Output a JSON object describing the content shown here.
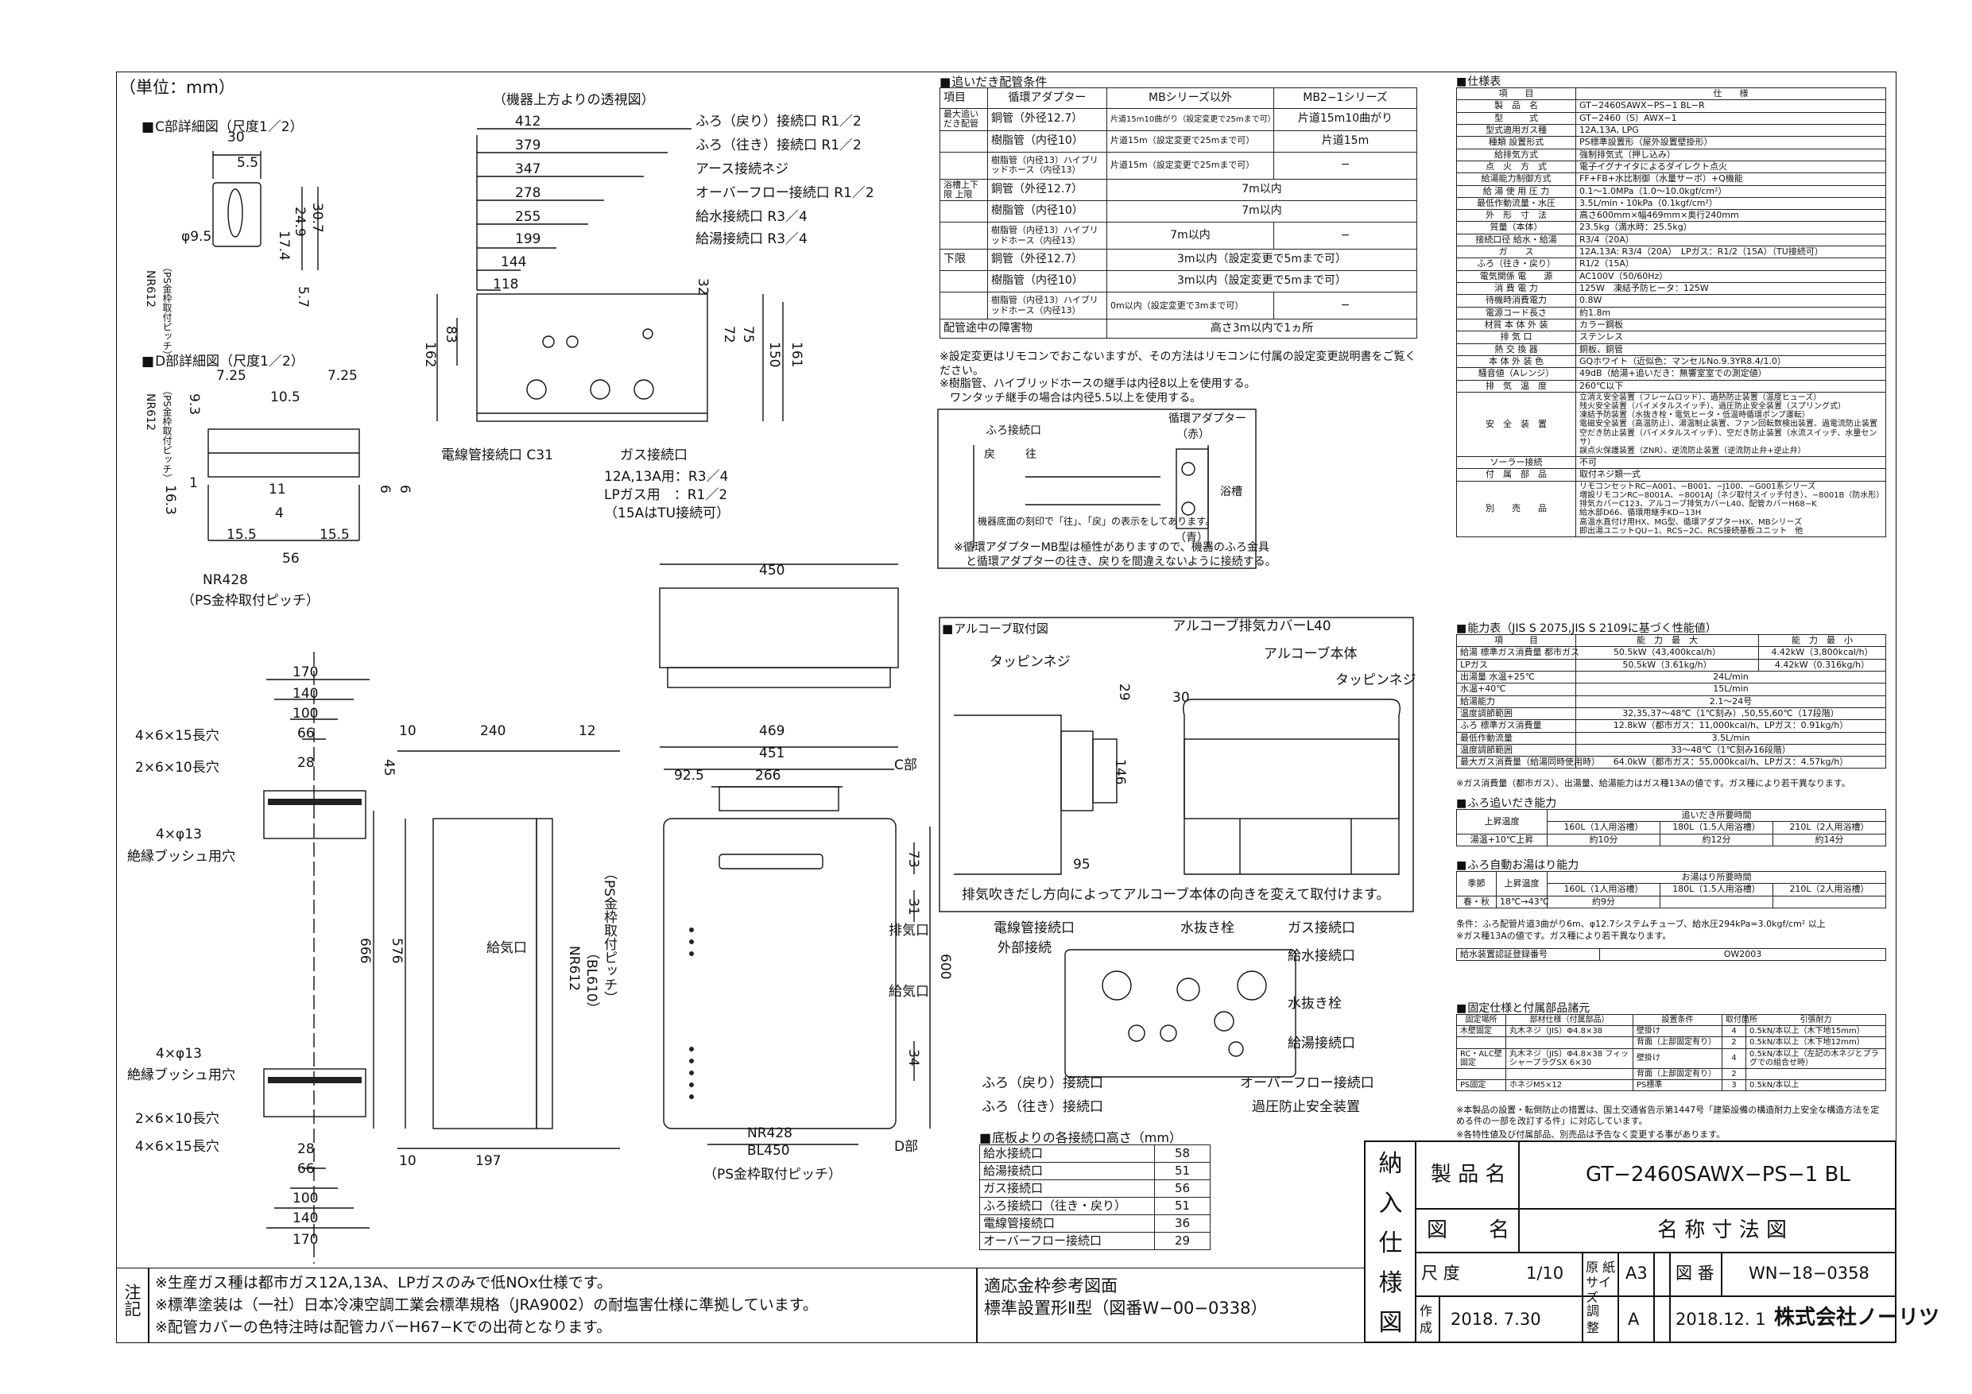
{
  "unit_label": "（単位：mm）",
  "views": {
    "c_detail_title": "C部詳細図（尺度1／2）",
    "d_detail_title": "D部詳細図（尺度1／2）",
    "top_view_title": "（機器上方よりの透視図）",
    "c_dims": [
      "30",
      "5.5",
      "φ9.5",
      "17.4",
      "24.9",
      "30.7",
      "5.7",
      "NR612",
      "（PS金枠取付ピッチ）"
    ],
    "d_dims": [
      "7.25",
      "7.25",
      "10.5",
      "9.3",
      "1",
      "11",
      "4",
      "16.3",
      "15.5",
      "15.5",
      "56",
      "6",
      "6",
      "NR612",
      "（PS金枠取付ピッチ）",
      "NR428",
      "（PS金枠取付ピッチ）"
    ],
    "top_dims": [
      "412",
      "379",
      "347",
      "278",
      "255",
      "199",
      "144",
      "118",
      "162",
      "83",
      "32",
      "72",
      "75",
      "150",
      "161"
    ],
    "top_callouts": [
      "ふろ（戻り）接続口 R1／2",
      "ふろ（往き）接続口 R1／2",
      "アース接続ネジ",
      "オーバーフロー接続口 R1／2",
      "給水接続口 R3／4",
      "給湯接続口 R3／4",
      "電線管接続口 C31",
      "ガス接続口",
      "12A,13A用：R3／4",
      "LPガス用　：R1／2",
      "（15AはTU接続可）"
    ],
    "front_dims": [
      "450",
      "469",
      "451",
      "92.5",
      "266",
      "C部",
      "D部",
      "73",
      "31",
      "600",
      "34",
      "NR428",
      "BL450",
      "（PS金枠取付ピッチ）",
      "NR612",
      "（BL610）",
      "（PS金枠取付ピッチ）",
      "排気口",
      "給気口"
    ],
    "side_dims": [
      "10",
      "240",
      "12",
      "45",
      "666",
      "576",
      "10",
      "197",
      "給気口"
    ],
    "bracket_dims": [
      "170",
      "140",
      "100",
      "66",
      "28",
      "28",
      "66",
      "100",
      "140",
      "170",
      "4×6×15長穴",
      "2×6×10長穴",
      "4×φ13",
      "絶縁ブッシュ用穴",
      "4×φ13",
      "絶縁ブッシュ用穴",
      "2×6×10長穴",
      "4×6×15長穴"
    ]
  },
  "reheat_section": {
    "title": "追いだき配管条件",
    "header": [
      "循環アダプター",
      "MBシリーズ以外",
      "MB2−1シリーズ"
    ],
    "rows": [
      [
        "最大追いだき配管",
        "銅管（外径12.7）",
        "片道15m10曲がり（設定変更で25mまで可）",
        "片道15m10曲がり"
      ],
      [
        "",
        "樹脂管（内径10）",
        "片道15m（設定変更で25mまで可）",
        "片道15m"
      ],
      [
        "",
        "樹脂管（内径13）ハイブリッドホース（内径13）",
        "片道15m（設定変更で25mまで可）",
        "−"
      ],
      [
        "浴槽上下限 上限",
        "銅管（外径12.7）",
        "7m以内",
        ""
      ],
      [
        "",
        "樹脂管（内径10）",
        "7m以内",
        ""
      ],
      [
        "",
        "樹脂管（内径13）ハイブリッドホース（内径13）",
        "7m以内",
        "−"
      ],
      [
        "下限",
        "銅管（外径12.7）",
        "3m以内（設定変更で5mまで可）",
        ""
      ],
      [
        "",
        "樹脂管（内径10）",
        "3m以内（設定変更で5mまで可）",
        ""
      ],
      [
        "",
        "樹脂管（内径13）ハイブリッドホース（内径13）",
        "0m以内（設定変更で3mまで可）",
        "−"
      ],
      [
        "配管途中の障害物",
        "",
        "高さ3m以内で1ヵ所",
        ""
      ]
    ],
    "item_label": "項目",
    "notes": [
      "※設定変更はリモコンでおこないますが、その方法はリモコンに付属の設定変更説明書をご覧ください。",
      "※樹脂管、ハイブリッドホースの継手は内径8以上を使用する。",
      "ワンタッチ継手の場合は内径5.5以上を使用する。"
    ],
    "diagram_labels": [
      "ふろ接続口",
      "戻",
      "往",
      "循環アダプター",
      "（赤）",
      "（青）",
      "浴槽",
      "機器底面の刻印で「往」、「戻」の表示をしてあります。"
    ],
    "diagram_note": [
      "※循環アダプターMB型は極性がありますので、機器のふろ金具",
      "と循環アダプターの往き、戻りを間違えないように接続する。"
    ]
  },
  "alcove_section": {
    "title": "アルコーブ取付図",
    "labels": [
      "タッピンネジ",
      "アルコーブ排気カバーL40",
      "アルコーブ本体",
      "タッピンネジ",
      "29",
      "30",
      "146",
      "95"
    ],
    "note": "排気吹きだし方向によってアルコーブ本体の向きを変えて取付けます。"
  },
  "bottom_view": {
    "labels_left": [
      "電線管接続口",
      "外部接続",
      "ふろ（戻り）接続口",
      "ふろ（往き）接続口"
    ],
    "labels_mid": [
      "水抜き栓"
    ],
    "labels_right": [
      "ガス接続口",
      "給水接続口",
      "水抜き栓",
      "給湯接続口",
      "オーバーフロー接続口",
      "過圧防止安全装置"
    ]
  },
  "heights": {
    "title": "底板よりの各接続口高さ（mm）",
    "rows": [
      [
        "給水接続口",
        "58"
      ],
      [
        "給湯接続口",
        "51"
      ],
      [
        "ガス接続口",
        "56"
      ],
      [
        "ふろ接続口（往き・戻り）",
        "51"
      ],
      [
        "電線管接続口",
        "36"
      ],
      [
        "オーバーフロー接続口",
        "29"
      ]
    ]
  },
  "spec": {
    "title": "仕様表",
    "header": [
      "項　　目",
      "仕　　様"
    ],
    "rows": [
      [
        "製　品　名",
        "GT−2460SAWX−PS−1 BL−R"
      ],
      [
        "型　　　式",
        "GT−2460（S）AWX−1"
      ],
      [
        "型式適用ガス種",
        "12A,13A, LPG"
      ],
      [
        "種類 設置形式",
        "PS標準設置形（屋外設置壁掛形）"
      ],
      [
        "給排気方式",
        "強制排気式（押し込み）"
      ],
      [
        "点　火　方　式",
        "電子イグナイタによるダイレクト点火"
      ],
      [
        "給湯能力制御方式",
        "FF+FB+水比制御（水量サーボ）+Q機能"
      ],
      [
        "給 湯 使 用 圧 力",
        "0.1〜1.0MPa（1.0〜10.0kgf/cm²）"
      ],
      [
        "最低作動流量・水圧",
        "3.5L/min・10kPa（0.1kgf/cm²）"
      ],
      [
        "外　形　寸　法",
        "高さ600mm×幅469mm×奥行240mm"
      ],
      [
        "質量（本体）",
        "23.5kg（満水時：25.5kg）"
      ],
      [
        "接続口径 給水・給湯",
        "R3/4（20A）"
      ],
      [
        "ガ　　ス",
        "12A,13A: R3/4（20A）　LPガス：R1/2（15A）（TU接続可）"
      ],
      [
        "ふろ（往き・戻り）",
        "R1/2（15A）"
      ],
      [
        "電気関係 電　　源",
        "AC100V（50/60Hz）"
      ],
      [
        "消 費 電 力",
        "125W　凍結予防ヒータ：125W"
      ],
      [
        "待機時消費電力",
        "0.8W"
      ],
      [
        "電源コード長さ",
        "約1.8m"
      ],
      [
        "材質 本 体 外 装",
        "カラー鋼板"
      ],
      [
        "排 気 口",
        "ステンレス"
      ],
      [
        "熱 交 換 器",
        "銅板、銅管"
      ],
      [
        "本 体 外 装 色",
        "GQホワイト（近似色：マンセルNo.9.3YR8.4/1.0）"
      ],
      [
        "騒音値（Aレンジ）",
        "49dB（給湯+追いだき：無響室室での測定値）"
      ],
      [
        "排　気　温　度",
        "260℃以下"
      ],
      [
        "安　全　装　置",
        "立消え安全装置（フレームロッド）、過熱防止装置（温度ヒューズ）|残火安全装置（バイメタルスイッチ）、過圧防止安全装置（スプリング式）|凍結予防装置（水抜き栓・電気ヒータ・低温時循環ポンプ運転）|電磁安全装置（高温防止）、湯温制止装置、ファン回転数検出装置、過電流防止装置|空だき防止装置（バイメタルスイッチ）、空だき防止装置（水流スイッチ、水量センサ）|誤点火保護装置（ZNR）、逆流防止装置（逆流防止弁+逆止弁）"
      ],
      [
        "ソーラー接続",
        "不可"
      ],
      [
        "付　属　部　品",
        "取付ネジ類一式"
      ],
      [
        "別　　売　　品",
        "リモコンセットRC−A001、−B001、−J100、−G001系シリーズ|増設リモコンRC−8001A、−8001AJ（ネジ取付スイッチ付き）、−8001B（防水形）|排気カバーC123、アルコーブ排気カバーL40、配管カバーH68−K|給水部D66、循環用継手KD−13H|高温水直付け用HX、MG型、循環アダプターHX、MBシリーズ|即出湯ユニットQU−1、RCS−2C、RCS接続基板ユニット　他"
      ]
    ]
  },
  "capacity": {
    "title": "能力表（JIS S 2075,JIS S 2109に基づく性能値）",
    "header": [
      "項　　　目",
      "能　力　最　大",
      "能　力　最　小"
    ],
    "rows": [
      [
        "給湯 標準ガス消費量 都市ガス",
        "50.5kW（43,400kcal/h）",
        "4.42kW（3,800kcal/h）"
      ],
      [
        "LPガス",
        "50.5kW（3.61kg/h）",
        "4.42kW（0.316kg/h）"
      ],
      [
        "出湯量 水温+25℃",
        "24L/min",
        ""
      ],
      [
        "水温+40℃",
        "15L/min",
        ""
      ],
      [
        "給湯能力",
        "2.1〜24号",
        ""
      ],
      [
        "温度調節範囲",
        "32,35,37〜48℃（1℃刻み）,50,55,60℃（17段階）",
        ""
      ],
      [
        "ふろ 標準ガス消費量",
        "12.8kW（都市ガス：11,000kcal/h、LPガス：0.91kg/h）",
        ""
      ],
      [
        "最低作動流量",
        "3.5L/min",
        ""
      ],
      [
        "温度調節範囲",
        "33〜48℃（1℃刻み16段階）",
        ""
      ],
      [
        "最大ガス消費量（給湯同時使用時）",
        "64.0kW（都市ガス：55,000kcal/h、LPガス：4.57kg/h）",
        ""
      ]
    ],
    "note": "※ガス消費量（都市ガス）、出湯量、給湯能力はガス種13Aの値です。ガス種により若干異なります。"
  },
  "reheat_capacity": {
    "title": "ふろ追いだき能力",
    "header": [
      "上昇温度",
      "追いだき所要時間"
    ],
    "sub": [
      "160L（1人用浴槽）",
      "180L（1.5人用浴槽）",
      "210L（2人用浴槽）"
    ],
    "rows": [
      [
        "湯温+10℃上昇",
        "約10分",
        "約12分",
        "約14分"
      ]
    ]
  },
  "autofill": {
    "title": "ふろ自動お湯はり能力",
    "header": [
      "季節",
      "上昇温度",
      "お湯はり所要時間"
    ],
    "sub": [
      "160L（1人用浴槽）",
      "180L（1.5人用浴槽）",
      "210L（2人用浴槽）"
    ],
    "rows": [
      [
        "春・秋",
        "18℃→43℃",
        "約9分",
        "",
        ""
      ]
    ],
    "notes": [
      "条件：ふろ配管片道3曲がり6m、φ12.7システムチューブ、給水圧294kPa=3.0kgf/cm² 以上",
      "※ガス種13Aの値です。ガス種により若干異なります。"
    ],
    "cert_label": "給水装置認証登録番号",
    "cert_value": "OW2003"
  },
  "fixing": {
    "title": "固定仕様と付属部品諸元",
    "header": [
      "固定場所",
      "部材仕様（付属部品）",
      "設置条件",
      "取付箇所",
      "引張耐力"
    ],
    "rows": [
      [
        "木壁固定",
        "丸木ネジ（JIS）Φ4.8×38",
        "壁掛け",
        "4",
        "0.5kN/本以上（木下地15mm）"
      ],
      [
        "",
        "",
        "背面（上部固定有り）",
        "2",
        "0.5kN/本以上（木下地12mm）"
      ],
      [
        "RC・ALC壁固定",
        "丸木ネジ（JIS）Φ4.8×38 フィッシャープラグSX 6×30",
        "壁掛け",
        "4",
        "0.5kN/本以上（左記の木ネジとプラグでの組合せ時）"
      ],
      [
        "",
        "",
        "背面（上部固定有り）",
        "2",
        ""
      ],
      [
        "PS固定",
        "ホネジM5×12",
        "PS標準",
        "3",
        "0.5kN/本以上"
      ]
    ],
    "notes": [
      "※本製品の設置・転倒防止の措置は、国土交通省告示第1447号「建築設備の構造耐力上安全な構造方法を定める件の一部を改訂する件」に対応しています。",
      "※各特性値及び付属部品、別売品は予告なく変更する事があります。"
    ]
  },
  "footer": {
    "notes_label": "注記",
    "notes": [
      "※生産ガス種は都市ガス12A,13A、LPガスのみで低NOx仕様です。",
      "※標準塗装は（一社）日本冷凍空調工業会標準規格（JRA9002）の耐塩害仕様に準拠しています。",
      "※配管カバーの色特注時は配管カバーH67−Kでの出荷となります。"
    ],
    "ref_title": "適応金枠参考図面",
    "ref_value": "標準設置形Ⅱ型（図番W−00−0338）"
  },
  "title_block": {
    "side_label": [
      "納",
      "入",
      "仕",
      "様",
      "図"
    ],
    "product_label": "製 品 名",
    "product_value": "GT−2460SAWX−PS−1 BL",
    "drawing_label": "図　　名",
    "drawing_value": "名 称 寸 法 図",
    "scale_label": "尺 度",
    "scale_value": "1/10",
    "paper_label": "原 紙 サイズ",
    "paper_value": "A3",
    "number_label": "図 番",
    "number_value": "WN−18−0358",
    "created_label": "作 成",
    "created_value": "2018. 7.30",
    "revised_label": "調 整",
    "revised_value": "A",
    "revised_date": "2018.12. 1",
    "company": "株式会社ノーリツ"
  }
}
